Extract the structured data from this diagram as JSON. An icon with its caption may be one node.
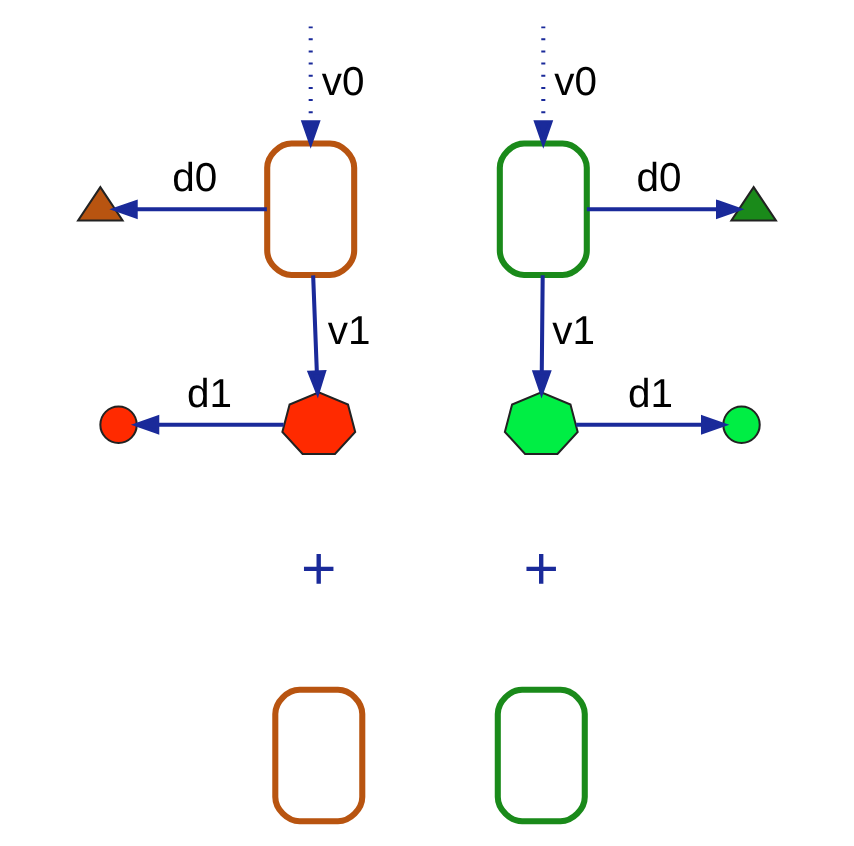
{
  "diagram": {
    "nodes": [
      {
        "text": [],
        "shape": "triangles"
      },
      {
        "text": [],
        "shape": "squiggle"
      },
      {
        "text": [],
        "shape": "squiggle"
      },
      {
        "text": [],
        "shape": "triangles"
      },
      {
        "text": [],
        "shape": "dots"
      },
      {
        "text": [],
        "shape": "heptagon"
      },
      {
        "text": [],
        "shape": "heptagon"
      },
      {
        "text": [],
        "shape": "dots"
      },
      {
        "text": [],
        "shape": "squiggle"
      },
      {
        "text": [],
        "shape": "squiggle"
      }
    ],
    "edges": [
      {
        "from": null,
        "to": 1,
        "arrow": "to",
        "label": "v0",
        "style": "dashed"
      },
      {
        "from": null,
        "to": 2,
        "arrow": "to",
        "label": "v0",
        "style": "dashed"
      },
      {
        "from": 1,
        "to": 0,
        "arrow": "to",
        "label": "d0"
      },
      {
        "from": 2,
        "to": 3,
        "arrow": "to",
        "label": "d0"
      },
      {
        "from": 1,
        "to": 5,
        "arrow": "to",
        "label": "v1"
      },
      {
        "from": 2,
        "to": 6,
        "arrow": "to",
        "label": "v1"
      },
      {
        "from": 5,
        "to": 4,
        "arrow": "to",
        "label": "d1"
      },
      {
        "from": 6,
        "to": 7,
        "arrow": "to",
        "label": "d1"
      }
    ],
    "labels": [
      "+",
      "+"
    ]
  }
}
